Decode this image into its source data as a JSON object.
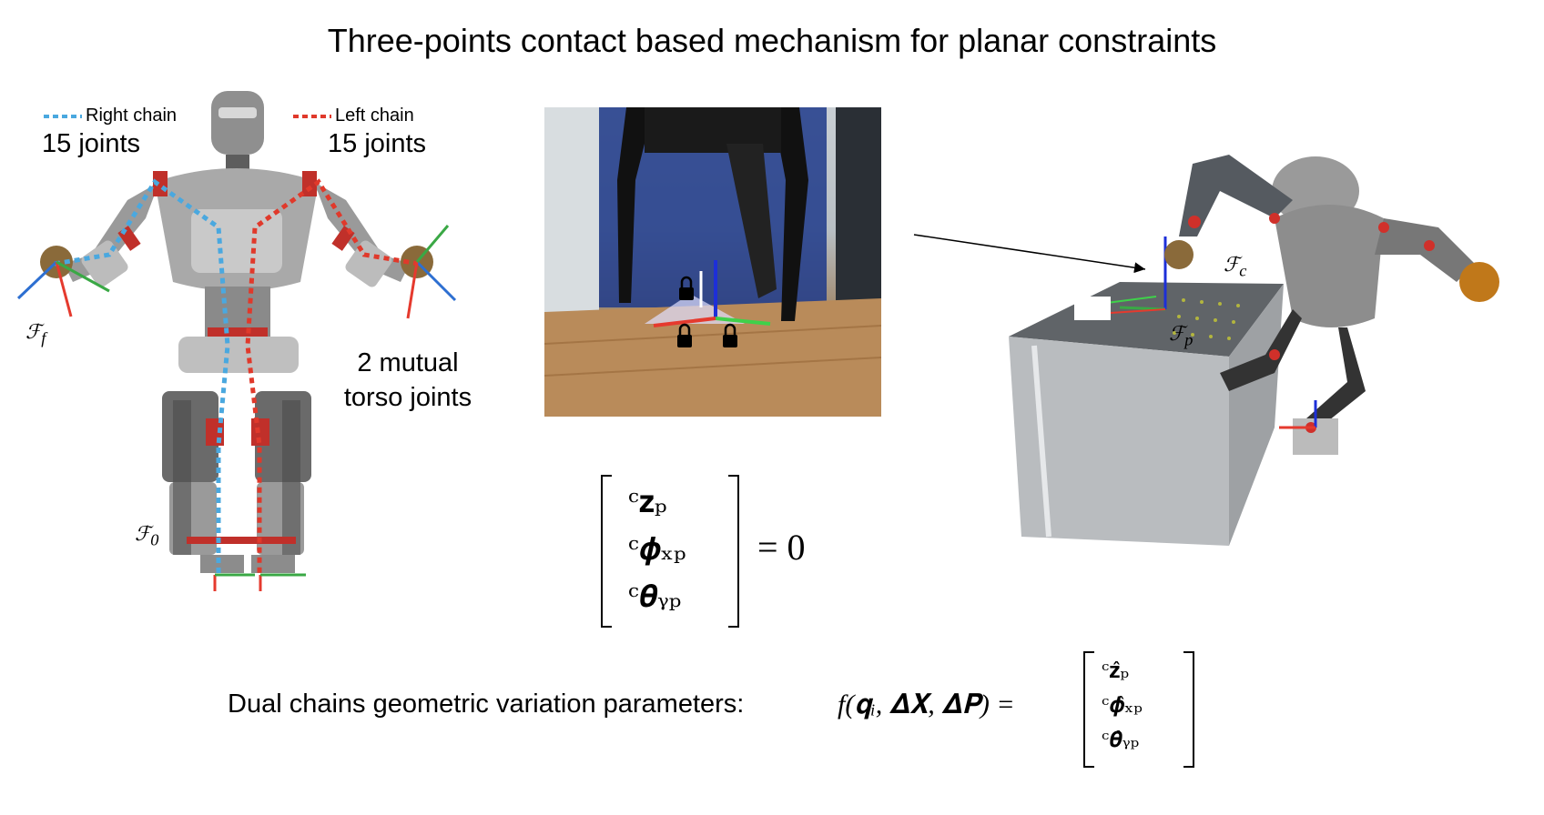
{
  "title": "Three-points contact based mechanism for planar constraints",
  "legend": {
    "right_chain": "Right chain",
    "left_chain": "Left chain",
    "right_color": "#4aa8df",
    "left_color": "#e0392b"
  },
  "labels": {
    "right_joints": "15 joints",
    "left_joints": "15 joints",
    "torso_line1": "2 mutual",
    "torso_line2": "torso joints",
    "frame_f": "ℱ",
    "frame_f_sub": "f",
    "frame_0": "ℱ",
    "frame_0_sub": "0",
    "frame_c": "ℱ",
    "frame_c_sub": "c",
    "frame_p": "ℱ",
    "frame_p_sub": "p"
  },
  "equation1": {
    "row1": "ᶜ𝐳ₚ",
    "row2": "ᶜ𝝓ₓₚ",
    "row3": "ᶜ𝜽ᵧₚ",
    "rhs": "= 0"
  },
  "equation2": {
    "caption": "Dual chains geometric variation parameters:",
    "lhs": "f(𝐪ᵢ, 𝚫𝐗, 𝚫𝐏) =",
    "row1": "ᶜ𝐳̂ₚ",
    "row2": "ᶜ𝝓̂ₓₚ",
    "row3": "ᶜ𝜽̂ᵧₚ"
  },
  "colors": {
    "axis_red": "#e53a2e",
    "axis_green": "#3aa845",
    "axis_blue": "#2d6fd1"
  }
}
